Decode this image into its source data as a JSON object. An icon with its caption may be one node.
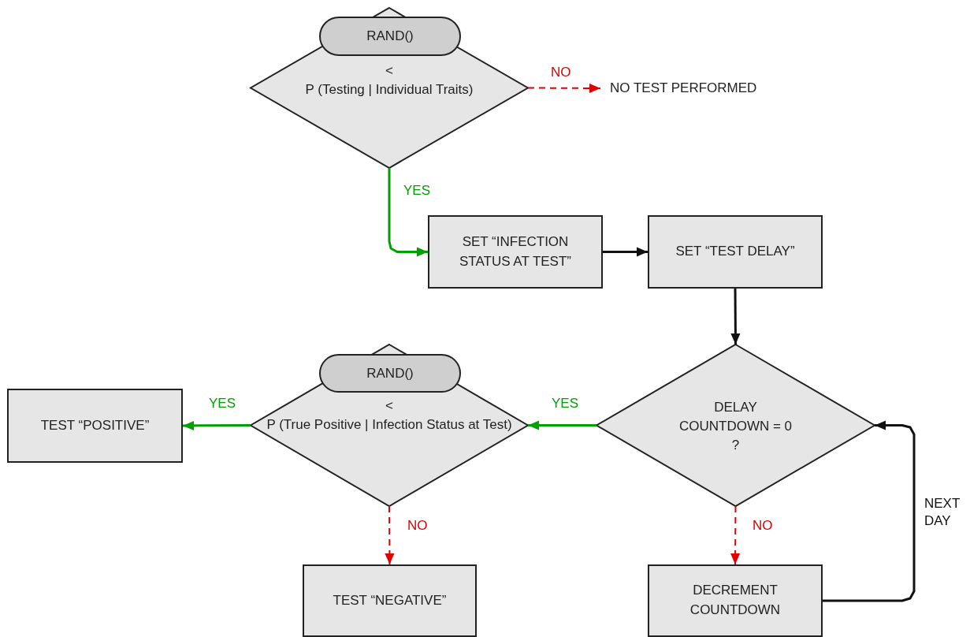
{
  "diagram": {
    "nodes": [
      {
        "text": [
          "<",
          "P (Testing | Individual Traits)"
        ]
      },
      {
        "text": [
          "RAND()"
        ],
        "in": 0
      },
      {
        "text": [
          "NO TEST PERFORMED"
        ]
      },
      {
        "text": [
          "SET “INFECTION STATUS AT TEST”"
        ]
      },
      {
        "text": [
          "SET “TEST DELAY”"
        ]
      },
      {
        "text": [
          "<",
          "P (True Positive | Infection Status at Test)"
        ]
      },
      {
        "text": [
          "RAND()"
        ],
        "in": 5
      },
      {
        "text": [
          "TEST “POSITIVE”"
        ]
      },
      {
        "text": [
          "DELAY COUNTDOWN = 0 ?"
        ]
      },
      {
        "text": [
          "TEST “NEGATIVE”"
        ]
      },
      {
        "text": [
          "DECREMENT COUNTDOWN"
        ]
      }
    ],
    "edges": [
      {
        "from": 0,
        "to": 2,
        "arrow": "to",
        "label": "NO",
        "style": "dashed",
        "color": "#e00000"
      },
      {
        "from": 0,
        "to": 3,
        "arrow": "to",
        "label": "YES",
        "color": "#00a000"
      },
      {
        "from": 3,
        "to": 4,
        "arrow": "to",
        "color": "#111111"
      },
      {
        "from": 4,
        "to": 8,
        "arrow": "to",
        "color": "#111111"
      },
      {
        "from": 8,
        "to": 5,
        "arrow": "to",
        "label": "YES",
        "color": "#00a000"
      },
      {
        "from": 5,
        "to": 7,
        "arrow": "to",
        "label": "YES",
        "color": "#00a000"
      },
      {
        "from": 5,
        "to": 9,
        "arrow": "to",
        "label": "NO",
        "style": "dashed",
        "color": "#e00000"
      },
      {
        "from": 8,
        "to": 10,
        "arrow": "to",
        "label": "NO",
        "style": "dashed",
        "color": "#e00000"
      },
      {
        "from": 10,
        "to": 8,
        "arrow": "to",
        "label": "NEXT DAY",
        "color": "#111111"
      }
    ]
  }
}
